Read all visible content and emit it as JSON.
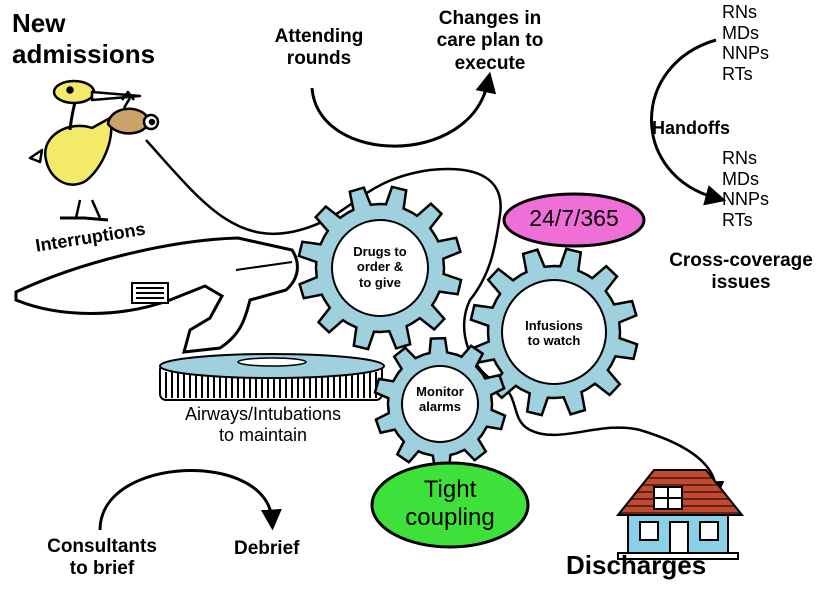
{
  "diagram": {
    "new_admissions": "New\nadmissions",
    "attending_rounds": "Attending\nrounds",
    "changes_in_care_plan": "Changes in\ncare plan to\nexecute",
    "staff_top": "RNs\nMDs\nNNPs\nRTs",
    "handoffs": "Handoffs",
    "staff_bottom": "RNs\nMDs\nNNPs\nRTs",
    "cross_coverage": "Cross-coverage\nissues",
    "interruptions": "Interruptions",
    "badge_247": "24/7/365",
    "gear_drugs": "Drugs to\norder &\nto give",
    "gear_infusions": "Infusions\nto watch",
    "gear_monitor": "Monitor\nalarms",
    "airways": "Airways/Intubations\nto maintain",
    "tight_coupling": "Tight\ncoupling",
    "consultants": "Consultants\nto brief",
    "debrief": "Debrief",
    "discharges": "Discharges",
    "colors": {
      "gear_fill": "#9fd0de",
      "badge_fill": "#f06ed8",
      "coupling_fill": "#3ee03a",
      "house_roof": "#c0492f",
      "house_wall": "#8ad0e6",
      "stork_yellow": "#f3ea6a"
    }
  }
}
